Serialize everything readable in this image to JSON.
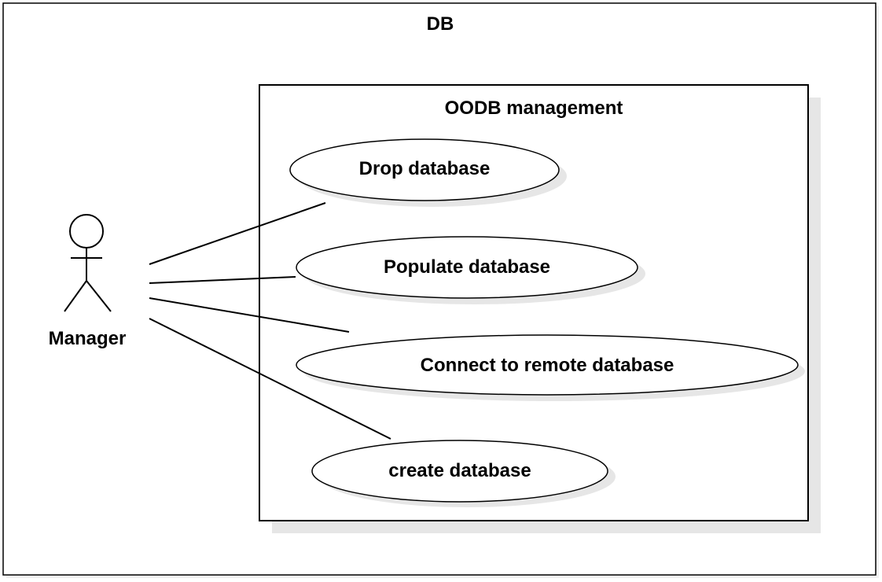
{
  "outer_boundary": {
    "title": "DB"
  },
  "system_boundary": {
    "title": "OODB management"
  },
  "actor": {
    "name": "Manager"
  },
  "use_cases": [
    {
      "label": "Drop database"
    },
    {
      "label": "Populate database"
    },
    {
      "label": "Connect to remote database"
    },
    {
      "label": "create database"
    }
  ],
  "colors": {
    "stroke": "#000000",
    "shadow": "#e6e6e6",
    "background": "#ffffff"
  }
}
